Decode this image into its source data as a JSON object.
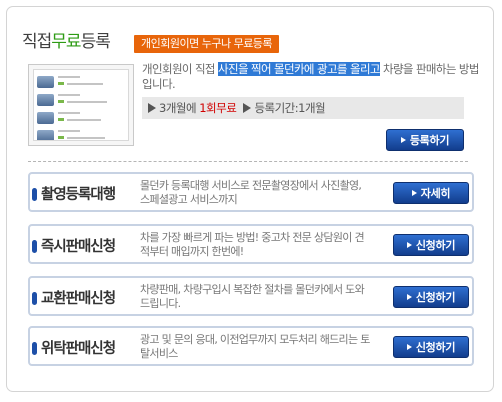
{
  "header": {
    "title_pre": "직접",
    "title_accent": "무료",
    "title_post": "등록",
    "badge": "개인회원이면 누구나 무료등록"
  },
  "intro": {
    "desc_pre": "개인회원이 직접 ",
    "desc_highlight": "사진을 찍어 몰던카에 광고를 올리고",
    "desc_post": " 차량을 판매하는 방법입니다.",
    "info_part1": "3개월에 ",
    "info_red": "1회무료",
    "info_part2": "등록기간:1개월",
    "register_button": "등록하기"
  },
  "services": [
    {
      "label": "촬영등록대행",
      "text": "몰던카 등록대행 서비스로 전문촬영장에서 사진촬영, 스페셜광고 서비스까지",
      "button": "자세히"
    },
    {
      "label": "즉시판매신청",
      "text": "차를 가장 빠르게 파는 방법! 중고차 전문 상담원이 견적부터 매입까지 한번에!",
      "button": "신청하기"
    },
    {
      "label": "교환판매신청",
      "text": "차량판매, 차량구입시 복잡한 절차를 몰던카에서 도와드립니다.",
      "button": "신청하기"
    },
    {
      "label": "위탁판매신청",
      "text": "광고 및 문의 응대, 이전업무까지 모두처리 해드리는 토탈서비스",
      "button": "신청하기"
    }
  ],
  "colors": {
    "accent_green": "#2d9b14",
    "badge_orange": "#e8650a",
    "button_blue": "#1f55b0",
    "highlight_blue": "#2f7ad6",
    "red": "#d10000"
  }
}
